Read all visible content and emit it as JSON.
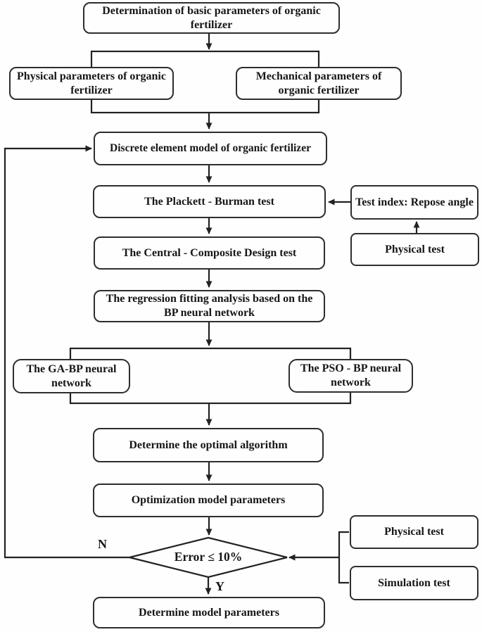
{
  "nodes": {
    "determination": {
      "label": "Determination of basic parameters of organic fertilizer"
    },
    "physical_params": {
      "label": "Physical parameters of organic fertilizer"
    },
    "mechanical_params": {
      "label": "Mechanical parameters of organic fertilizer"
    },
    "discrete_model": {
      "label": "Discrete element model of organic fertilizer"
    },
    "plackett_burman": {
      "label": "The Plackett - Burman test"
    },
    "test_index": {
      "label": "Test index: Repose angle"
    },
    "physical_test_top": {
      "label": "Physical test"
    },
    "central_composite": {
      "label": "The Central - Composite Design test"
    },
    "regression": {
      "label": "The regression fitting analysis based on the  BP neural network"
    },
    "ga_bp": {
      "label": "The GA-BP neural network"
    },
    "pso_bp": {
      "label": "The PSO - BP neural network"
    },
    "optimal_algorithm": {
      "label": "Determine the optimal algorithm"
    },
    "optimization_params": {
      "label": "Optimization model parameters"
    },
    "decision": {
      "label": "Error ≤ 10%"
    },
    "physical_test_bottom": {
      "label": "Physical test"
    },
    "simulation_test": {
      "label": "Simulation test"
    },
    "determine_params": {
      "label": "Determine model parameters"
    }
  },
  "branch_labels": {
    "no": "N",
    "yes": "Y"
  },
  "colors": {
    "line": "#222222",
    "box_border": "#2e2e2e",
    "background": "#fefefe",
    "text": "#161616"
  }
}
